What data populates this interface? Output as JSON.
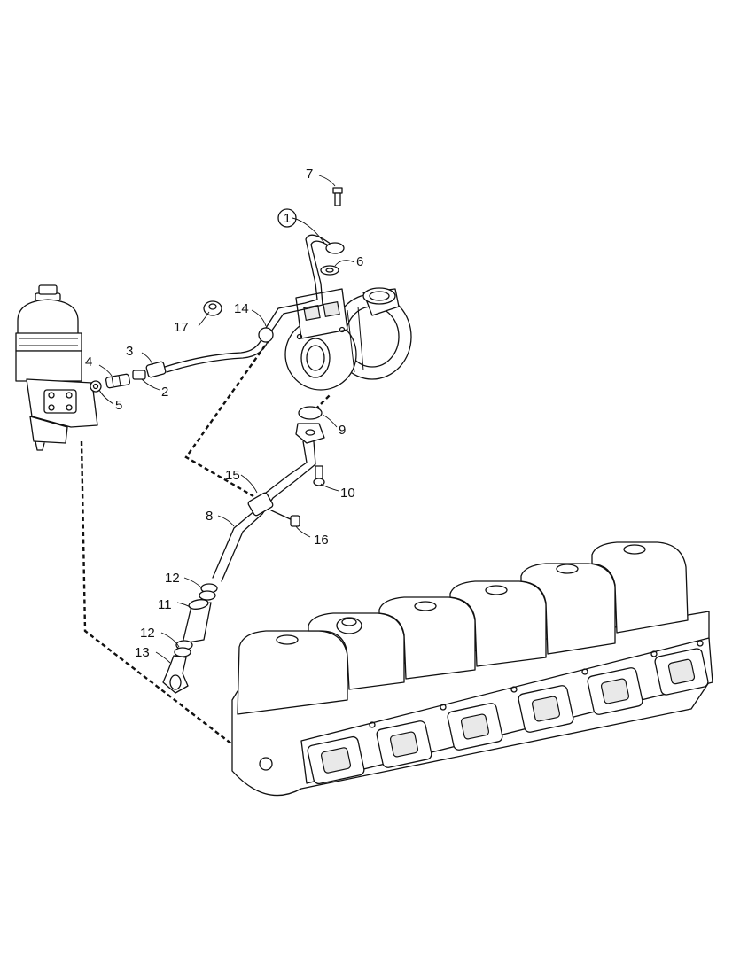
{
  "callouts": [
    {
      "id": "c1",
      "text": "1"
    },
    {
      "id": "c2",
      "text": "2"
    },
    {
      "id": "c3",
      "text": "3"
    },
    {
      "id": "c4",
      "text": "4"
    },
    {
      "id": "c5",
      "text": "5"
    },
    {
      "id": "c6",
      "text": "6"
    },
    {
      "id": "c7",
      "text": "7"
    },
    {
      "id": "c8",
      "text": "8"
    },
    {
      "id": "c9",
      "text": "9"
    },
    {
      "id": "c10",
      "text": "10"
    },
    {
      "id": "c11",
      "text": "11"
    },
    {
      "id": "c12a",
      "text": "12"
    },
    {
      "id": "c12b",
      "text": "12"
    },
    {
      "id": "c13",
      "text": "13"
    },
    {
      "id": "c14",
      "text": "14"
    },
    {
      "id": "c15",
      "text": "15"
    },
    {
      "id": "c16",
      "text": "16"
    },
    {
      "id": "c17",
      "text": "17"
    }
  ]
}
